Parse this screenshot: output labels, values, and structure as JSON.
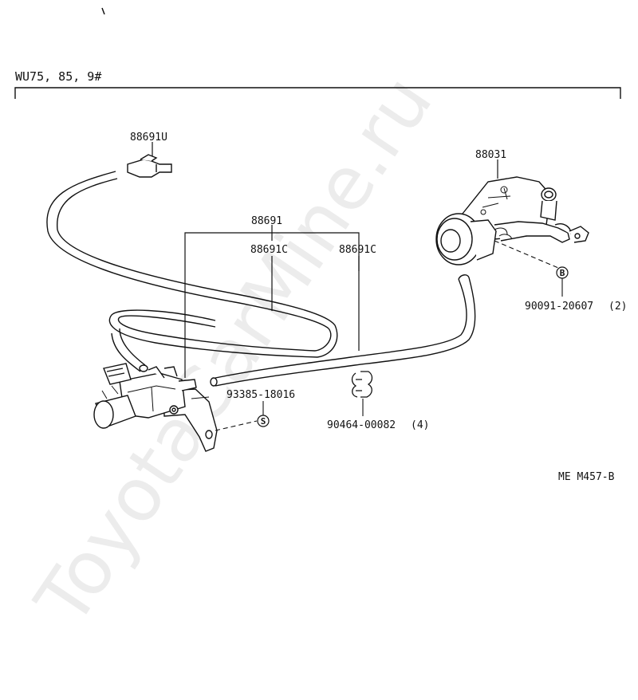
{
  "header": {
    "model_label": "WU75, 85, 9#"
  },
  "diagram_code": "ME M457-B",
  "watermark": "ToyotaCarMine.ru",
  "parts": {
    "vacuum_tee": "88691U",
    "hose_group": "88691",
    "hose_c_left": "88691C",
    "hose_c_right": "88691C",
    "egr_valve": "88031",
    "bolt_egr": "90091-20607",
    "bolt_egr_qty": "(2)",
    "vsv_screw": "93385-18016",
    "clip": "90464-00082",
    "clip_qty": "(4)"
  },
  "markers": {
    "b": "B",
    "s": "S"
  }
}
